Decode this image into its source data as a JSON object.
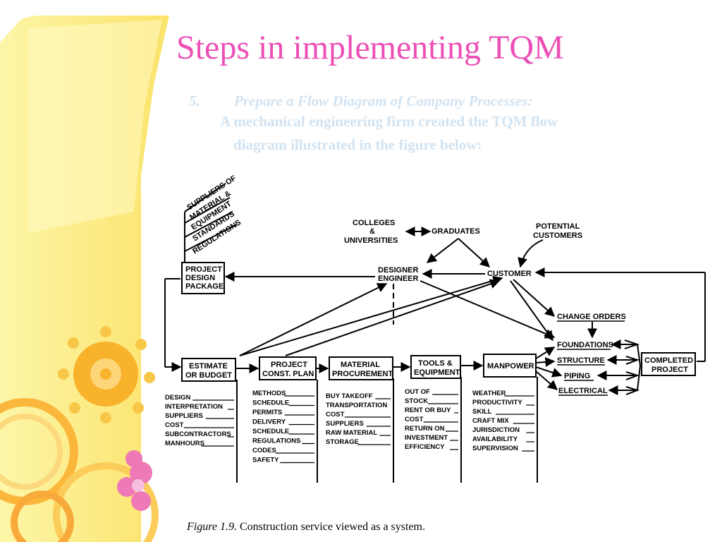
{
  "slide": {
    "title": "Steps in implementing TQM",
    "step_number": "5.",
    "step_heading": "Prepare a Flow Diagram of Company Processes:",
    "step_text_line1": "A mechanical engineering firm created the TQM flow",
    "step_text_line2": "diagram illustrated in the figure below:"
  },
  "diagram": {
    "rotated_inputs": [
      "SUPPLIERS OF",
      "MATERIAL &",
      "EQUIPMENT",
      "STANDARDS",
      "REGULATIONS"
    ],
    "project_design_package": [
      "PROJECT",
      "DESIGN",
      "PACKAGE"
    ],
    "colleges": [
      "COLLEGES",
      "&",
      "UNIVERSITIES"
    ],
    "graduates": "GRADUATES",
    "potential_customers": [
      "POTENTIAL",
      "CUSTOMERS"
    ],
    "designer_engineer": [
      "DESIGNER",
      "ENGINEER"
    ],
    "customer": "CUSTOMER",
    "change_orders": "CHANGE ORDERS",
    "outputs": [
      "FOUNDATIONS",
      "STRUCTURE",
      "PIPING",
      "ELECTRICAL"
    ],
    "completed_project": [
      "COMPLETED",
      "PROJECT"
    ],
    "process_boxes": [
      {
        "line1": "ESTIMATE",
        "line2": "OR  BUDGET"
      },
      {
        "line1": "PROJECT",
        "line2": "CONST. PLAN"
      },
      {
        "line1": "MATERIAL",
        "line2": "PROCUREMENT"
      },
      {
        "line1": "TOOLS &",
        "line2": "EQUIPMENT"
      },
      {
        "line1": "MANPOWER",
        "line2": ""
      }
    ],
    "factor_lists": [
      [
        "DESIGN",
        "INTERPRETATION",
        "SUPPLIERS",
        "COST",
        "SUBCONTRACTORS",
        "MANHOURS"
      ],
      [
        "METHODS",
        "SCHEDULE",
        "PERMITS",
        "DELIVERY",
        "SCHEDULE",
        "REGULATIONS",
        "CODES",
        "SAFETY"
      ],
      [
        "BUY TAKEOFF",
        "TRANSPORTATION",
        "COST",
        "SUPPLIERS",
        "RAW MATERIAL",
        "STORAGE"
      ],
      [
        "OUT OF",
        "STOCK",
        "RENT OR BUY",
        "COST",
        "RETURN ON",
        "INVESTMENT",
        "EFFICIENCY"
      ],
      [
        "WEATHER",
        "PRODUCTIVITY",
        "SKILL",
        "CRAFT MIX",
        "JURISDICTION",
        "AVAILABILITY",
        "SUPERVISION"
      ]
    ]
  },
  "caption": {
    "figure_label": "Figure 1.9.",
    "text": "Construction service viewed as a system."
  }
}
